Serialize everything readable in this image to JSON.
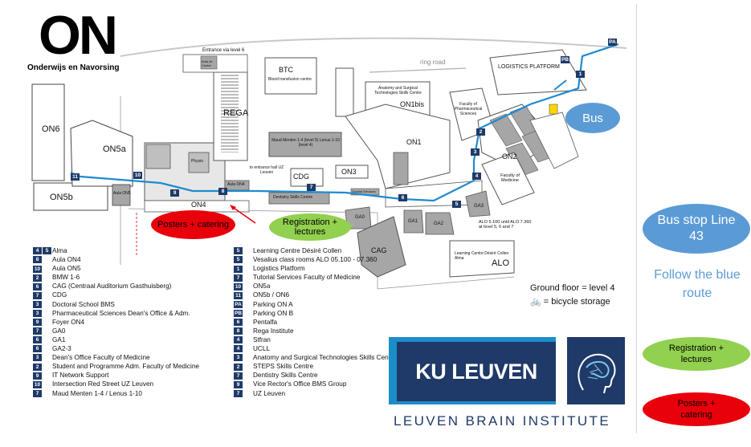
{
  "header": {
    "title": "ON",
    "subtitle": "Onderwijs en Navorsing"
  },
  "map": {
    "buildings": {
      "on6": "ON6",
      "on5a": "ON5a",
      "on5b": "ON5b",
      "aula_on5": "Aula ON5",
      "rega": "REGA",
      "btc": "BTC",
      "btc_sub": "Blood transfusion centre",
      "on1bis": "ON1bis",
      "skills_centre": "Anatomy and Surgical Technologies Skills Centre",
      "on1": "ON1",
      "logistics": "LOGISTICS PLATFORM",
      "pharma": "Faculty of Pharmaceutical Sciences",
      "on2": "ON2",
      "medicine": "Faculty of Medicine",
      "on3": "ON3",
      "cdg": "CDG",
      "maud": "Maud Menten 1-4 (level 5) Lenus 1-10 (level 4)",
      "dentistry": "Dentistry Skills Centre",
      "on4": "ON4",
      "aula_on4": "Aula ON4",
      "physio": "Physio",
      "ga0": "GA0",
      "ga1": "GA1",
      "ga2": "GA2",
      "ga3": "GA3",
      "cag": "CAG",
      "alo": "ALO",
      "lc_alma": "Learning Centre Désiré Collen Alma",
      "tutorial": "Tutorial Services",
      "entrance_level6": "Entrance via level 6",
      "entrance_hall": "to entrance hall UZ Leuven",
      "ring_road": "ring road",
      "alo_note": "ALO 5.100 until ALO 7.360 at level 5, 6 and 7",
      "aula_box": "Aula de Centre"
    },
    "route_badges": [
      "PA",
      "PB",
      "1",
      "2",
      "3",
      "4",
      "5",
      "6",
      "7",
      "8",
      "9",
      "10",
      "11"
    ],
    "ground_floor": "Ground floor = level 4",
    "bicycle": "= bicycle storage",
    "callouts": {
      "posters": "Posters + catering",
      "registration": "Registration + lectures",
      "bus": "Bus"
    }
  },
  "legend_left": [
    {
      "badges": [
        "4",
        "5"
      ],
      "label": "Alma"
    },
    {
      "badges": [
        "8"
      ],
      "label": "Aula ON4"
    },
    {
      "badges": [
        "10"
      ],
      "label": "Aula ON5"
    },
    {
      "badges": [
        "2"
      ],
      "label": "BMW 1-6"
    },
    {
      "badges": [
        "6"
      ],
      "label": "CAG (Centraal Auditorium Gasthuisberg)"
    },
    {
      "badges": [
        "7"
      ],
      "label": "CDG"
    },
    {
      "badges": [
        "3"
      ],
      "label": "Doctoral School BMS"
    },
    {
      "badges": [
        "3"
      ],
      "label": "Pharmaceutical Sciences Dean's Office & Adm."
    },
    {
      "badges": [
        "9"
      ],
      "label": "Foyer ON4"
    },
    {
      "badges": [
        "7"
      ],
      "label": "GA0"
    },
    {
      "badges": [
        "6"
      ],
      "label": "GA1"
    },
    {
      "badges": [
        "6"
      ],
      "label": "GA2-3"
    },
    {
      "badges": [
        "3"
      ],
      "label": "Dean's Office Faculty of Medicine"
    },
    {
      "badges": [
        "2"
      ],
      "label": "Student and Programme Adm. Faculty of Medicine"
    },
    {
      "badges": [
        "9"
      ],
      "label": "IT Network Support"
    },
    {
      "badges": [
        "10"
      ],
      "label": "Intersection Red Street UZ Leuven"
    },
    {
      "badges": [
        "7"
      ],
      "label": "Maud Menten 1-4 / Lenus 1-10"
    }
  ],
  "legend_right": [
    {
      "badges": [
        "5"
      ],
      "label": "Learning Centre Désiré Collen"
    },
    {
      "badges": [
        "5"
      ],
      "label": "Vesalius class rooms ALO 05.100 - 07.360"
    },
    {
      "badges": [
        "1"
      ],
      "label": "Logistics Platform"
    },
    {
      "badges": [
        "7"
      ],
      "label": "Tutorial Services Faculty of Medicine"
    },
    {
      "badges": [
        "10"
      ],
      "label": "ON5a"
    },
    {
      "badges": [
        "11"
      ],
      "label": "ON5b / ON6"
    },
    {
      "badges": [
        "PA"
      ],
      "label": "Parking ON A"
    },
    {
      "badges": [
        "PB"
      ],
      "label": "Parking ON B"
    },
    {
      "badges": [
        "6"
      ],
      "label": "Pentalfa"
    },
    {
      "badges": [
        "8"
      ],
      "label": "Rega Institute"
    },
    {
      "badges": [
        "4"
      ],
      "label": "Stfran"
    },
    {
      "badges": [
        "4"
      ],
      "label": "UCLL"
    },
    {
      "badges": [
        "3"
      ],
      "label": "Anatomy and Surgical Technologies Skills Centre"
    },
    {
      "badges": [
        "2"
      ],
      "label": "STEPS Skills Centre"
    },
    {
      "badges": [
        "7"
      ],
      "label": "Dentistry Skills Centre"
    },
    {
      "badges": [
        "9"
      ],
      "label": "Vice Rector's Office BMS Group"
    },
    {
      "badges": [
        "7"
      ],
      "label": "UZ Leuven"
    }
  ],
  "side_panel": {
    "bus_stop": "Bus stop Line 43",
    "follow": "Follow the blue route",
    "registration": "Registration + lectures",
    "posters": "Posters + catering"
  },
  "branding": {
    "kul": "KU LEUVEN",
    "institute": "LEUVEN BRAIN INSTITUTE"
  },
  "colors": {
    "route": "#1f8ad0",
    "badge": "#1f3a68",
    "red": "#e8000b",
    "green": "#92d050",
    "blue_ellipse": "#5b9bd5",
    "building": "#a6a6a6"
  }
}
